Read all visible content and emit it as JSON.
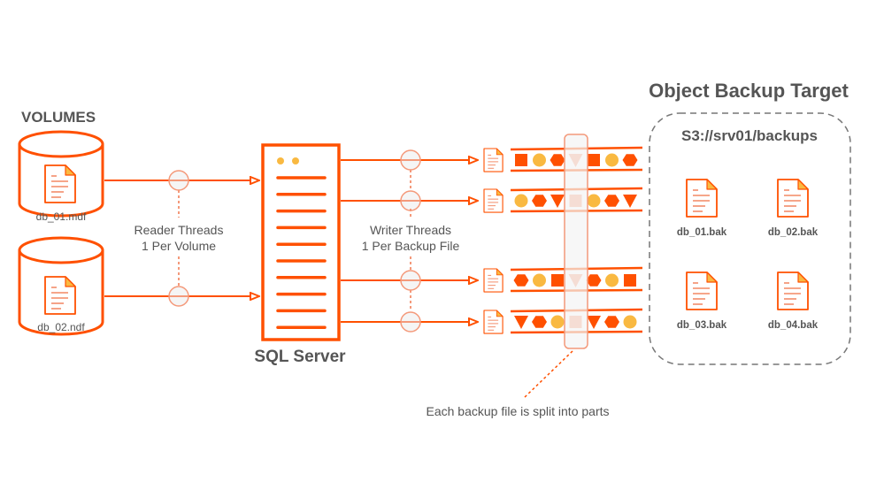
{
  "colors": {
    "primary": "#ff5000",
    "light": "#f4997a",
    "yellow": "#f9b941",
    "faded": "#f8a88a",
    "text": "#555555",
    "thread_fill": "#f4f4f4",
    "dashed_border": "#777777"
  },
  "volumes": {
    "heading": "VOLUMES",
    "items": [
      {
        "file": "db_01.mdf"
      },
      {
        "file": "db_02.ndf"
      }
    ]
  },
  "reader_threads": {
    "line1": "Reader Threads",
    "line2": "1 Per Volume"
  },
  "server": {
    "label": "SQL Server"
  },
  "writer_threads": {
    "line1": "Writer Threads",
    "line2": "1 Per Backup File"
  },
  "streams": [
    {
      "shapes": [
        "square",
        "circle",
        "hexagon",
        "triangle",
        "square",
        "circle",
        "hexagon"
      ]
    },
    {
      "shapes": [
        "circle",
        "hexagon",
        "triangle",
        "square",
        "circle",
        "hexagon",
        "triangle"
      ]
    },
    {
      "shapes": [
        "hexagon",
        "circle",
        "square",
        "triangle",
        "hexagon",
        "circle",
        "square"
      ]
    },
    {
      "shapes": [
        "triangle",
        "hexagon",
        "circle",
        "square",
        "triangle",
        "hexagon",
        "circle"
      ]
    }
  ],
  "annotation": "Each backup file is split into parts",
  "target": {
    "title": "Object Backup Target",
    "path": "S3://srv01/backups",
    "files": [
      "db_01.bak",
      "db_02.bak",
      "db_03.bak",
      "db_04.bak"
    ]
  }
}
